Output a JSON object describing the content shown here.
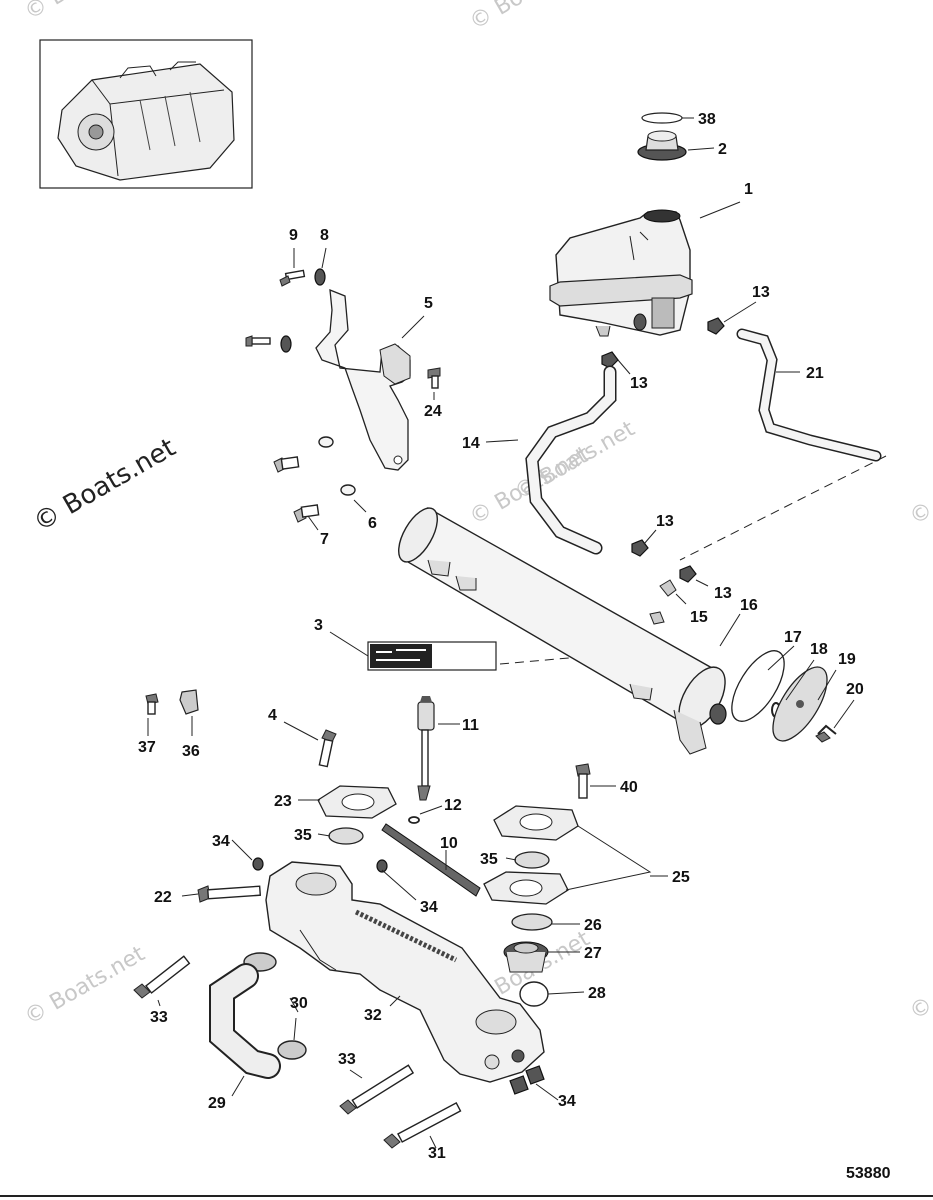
{
  "diagram": {
    "drawing_number": "53880",
    "watermarks": [
      "© Boats.net",
      "© Boats.net",
      "© Boats.net",
      "© Boats.net",
      "© Boats.net",
      "© Boats.net",
      "© Boats.net",
      "© Boats.net"
    ],
    "main_watermark": "© Boats.net",
    "callouts": [
      "1",
      "2",
      "3",
      "4",
      "5",
      "6",
      "7",
      "8",
      "9",
      "10",
      "11",
      "12",
      "13",
      "13",
      "13",
      "13",
      "14",
      "15",
      "16",
      "17",
      "18",
      "19",
      "20",
      "21",
      "22",
      "23",
      "24",
      "25",
      "26",
      "27",
      "28",
      "29",
      "30",
      "31",
      "32",
      "33",
      "33",
      "34",
      "34",
      "34",
      "35",
      "35",
      "36",
      "37",
      "38",
      "40"
    ]
  }
}
